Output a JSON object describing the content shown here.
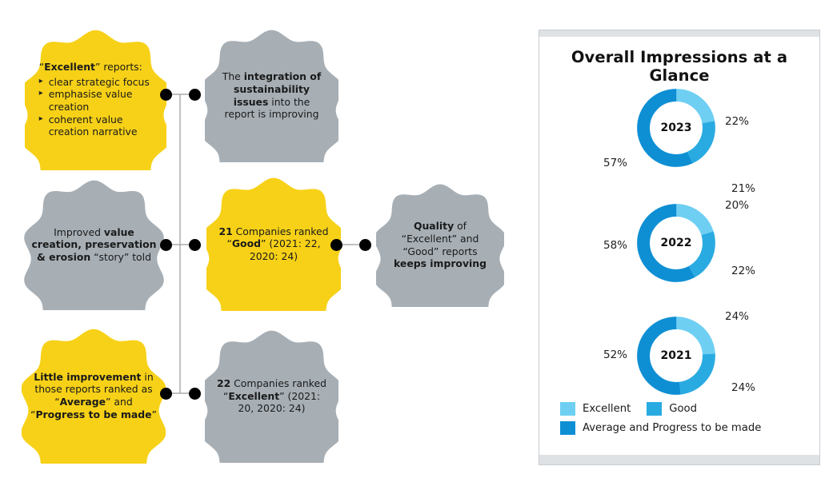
{
  "diagram": {
    "nodes": [
      {
        "id": "excellent-criteria",
        "color": "#F7D117",
        "heading": "“Excellent” reports:",
        "heading_bold": "Excellent",
        "bullets": [
          "clear strategic focus",
          "emphasise value creation",
          "coherent value creation narrative"
        ]
      },
      {
        "id": "integration-sustainability",
        "color": "#A7AFB5",
        "line1_plain": "The ",
        "line1_bold": "integration of sustainability issues",
        "line2_plain": " into the report is improving"
      },
      {
        "id": "value-creation-story",
        "color": "#A7AFB5",
        "line1_plain": "Improved ",
        "line1_bold": "value creation, preservation & erosion",
        "line2_plain": " “story” told"
      },
      {
        "id": "good-ranked",
        "color": "#F7D117",
        "count": "21",
        "mid": " Companies ranked “",
        "rank_bold": "Good",
        "tail": "” (2021: 22, 2020: 24)"
      },
      {
        "id": "quality-keeps-improving",
        "color": "#A7AFB5",
        "b1": "Quality",
        "mid": " of “Excellent” and “Good” reports ",
        "b2": "keeps improving"
      },
      {
        "id": "little-improvement",
        "color": "#F7D117",
        "b1": "Little improvement",
        "mid": " in those reports ranked as “",
        "b2": "Average",
        "mid2": "” and “",
        "b3": "Progress to be made",
        "tail": "”"
      },
      {
        "id": "excellent-ranked",
        "color": "#A7AFB5",
        "count": "22",
        "mid": " Companies ranked “",
        "rank_bold": "Excellent",
        "tail": "” (2021: 20, 2020: 24)"
      }
    ]
  },
  "panel": {
    "title": "Overall Impressions at a Glance"
  },
  "chart_data": {
    "type": "pie",
    "title": "Overall Impressions at a Glance",
    "subtype": "donut",
    "legend_position": "bottom-left",
    "categories": [
      "Excellent",
      "Good",
      "Average and Progress to be made"
    ],
    "colors": [
      "#6ECFF3",
      "#29ABE2",
      "#0E8FD4"
    ],
    "series": [
      {
        "name": "2023",
        "values": [
          22,
          21,
          57
        ],
        "labels": [
          "22%",
          "21%",
          "57%"
        ]
      },
      {
        "name": "2022",
        "values": [
          20,
          22,
          58
        ],
        "labels": [
          "20%",
          "22%",
          "58%"
        ]
      },
      {
        "name": "2021",
        "values": [
          24,
          24,
          52
        ],
        "labels": [
          "24%",
          "24%",
          "52%"
        ]
      }
    ],
    "units": "percent",
    "xlabel": "",
    "ylabel": ""
  },
  "legend": {
    "items": [
      {
        "label": "Excellent",
        "color": "#6ECFF3"
      },
      {
        "label": "Good",
        "color": "#29ABE2"
      },
      {
        "label": "Average and Progress to be made",
        "color": "#0E8FD4"
      }
    ]
  }
}
